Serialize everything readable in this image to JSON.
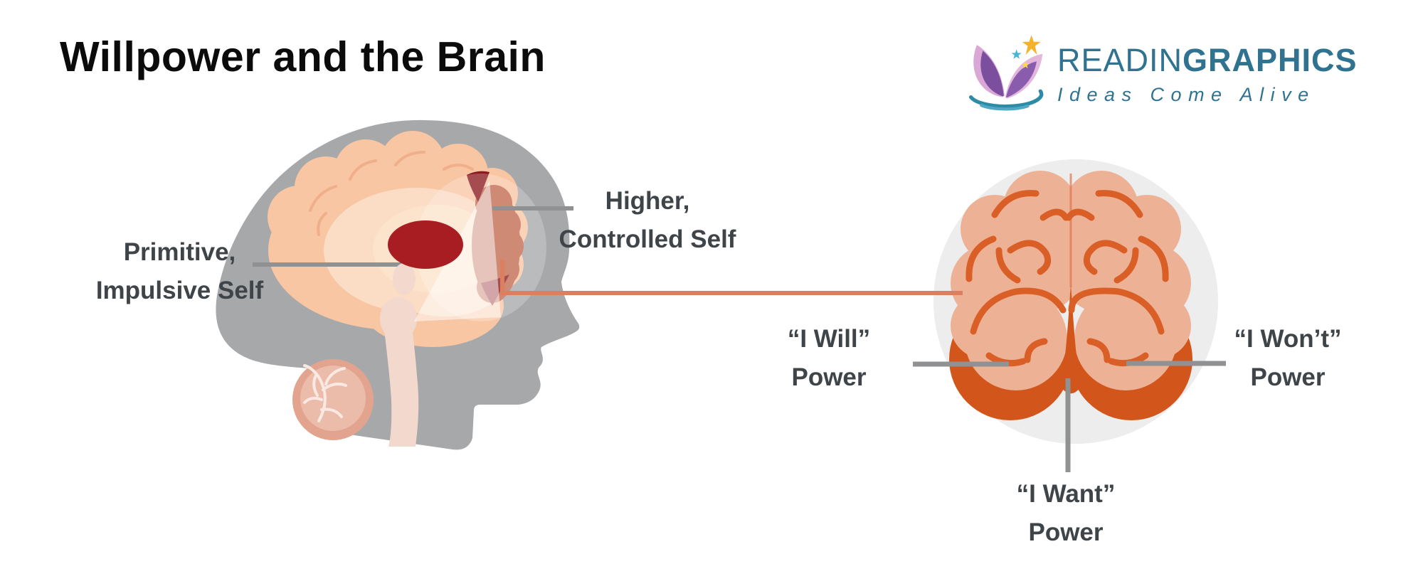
{
  "page": {
    "title": "Willpower and the Brain",
    "background": "#FFFFFF"
  },
  "logo": {
    "brand_regular": "READIN",
    "brand_bold": "GRAPHICS",
    "tagline": "Ideas Come Alive",
    "colors": {
      "teal": "#2F7391",
      "purple": "#7B4F9E",
      "lavender": "#D9A8D6",
      "gold": "#F5B32B",
      "sky": "#4FA8C4"
    }
  },
  "head_diagram": {
    "labels": {
      "primitive": {
        "line1": "Primitive,",
        "line2": "Impulsive Self"
      },
      "higher": {
        "line1": "Higher,",
        "line2": "Controlled Self"
      }
    },
    "colors": {
      "head": "#A7A8AA",
      "cortex": "#F8C6A3",
      "inner": "#FBDCC4",
      "core_red": "#A81D22",
      "crescent": "#8C1A20",
      "prefrontal": "#C26950",
      "cerebellum": "#E2A48E",
      "brainstem": "#F2D8CD"
    }
  },
  "front_brain_diagram": {
    "labels": {
      "i_will": {
        "line1": "“I Will”",
        "line2": "Power"
      },
      "i_wont": {
        "line1": "“I Won’t”",
        "line2": "Power"
      },
      "i_want": {
        "line1": "“I Want”",
        "line2": "Power"
      }
    },
    "colors": {
      "backdrop": "#EDEDEE",
      "fill": "#EDB295",
      "outline": "#D95F27",
      "lower_lobes": "#D2551B"
    }
  },
  "annotation": {
    "leader_gray": "#909294",
    "connector_orange": "#DC7F5E",
    "text": "#3F4449"
  }
}
